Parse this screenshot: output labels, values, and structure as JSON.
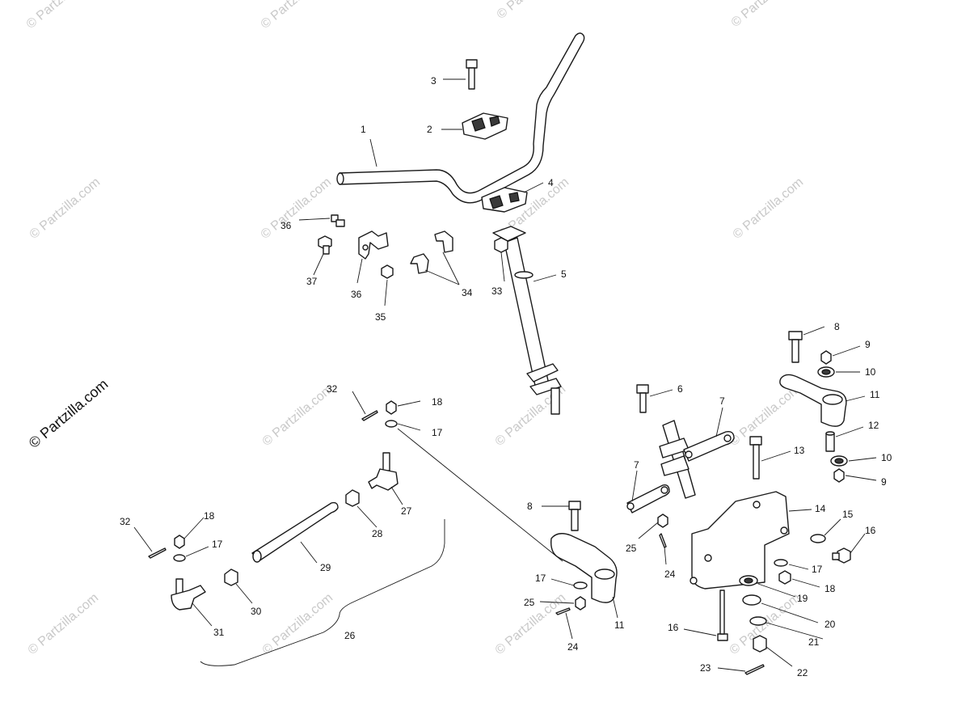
{
  "watermark": {
    "text": "© Partzilla.com"
  },
  "callouts": [
    {
      "id": "c1",
      "label": "1"
    },
    {
      "id": "c2",
      "label": "2"
    },
    {
      "id": "c3",
      "label": "3"
    },
    {
      "id": "c4",
      "label": "4"
    },
    {
      "id": "c5",
      "label": "5"
    },
    {
      "id": "c6",
      "label": "6"
    },
    {
      "id": "c7a",
      "label": "7"
    },
    {
      "id": "c7b",
      "label": "7"
    },
    {
      "id": "c8a",
      "label": "8"
    },
    {
      "id": "c8b",
      "label": "8"
    },
    {
      "id": "c9a",
      "label": "9"
    },
    {
      "id": "c9b",
      "label": "9"
    },
    {
      "id": "c10a",
      "label": "10"
    },
    {
      "id": "c10b",
      "label": "10"
    },
    {
      "id": "c11a",
      "label": "11"
    },
    {
      "id": "c11b",
      "label": "11"
    },
    {
      "id": "c12",
      "label": "12"
    },
    {
      "id": "c13",
      "label": "13"
    },
    {
      "id": "c14",
      "label": "14"
    },
    {
      "id": "c15",
      "label": "15"
    },
    {
      "id": "c16a",
      "label": "16"
    },
    {
      "id": "c16b",
      "label": "16"
    },
    {
      "id": "c17a",
      "label": "17"
    },
    {
      "id": "c17b",
      "label": "17"
    },
    {
      "id": "c17c",
      "label": "17"
    },
    {
      "id": "c17d",
      "label": "17"
    },
    {
      "id": "c18a",
      "label": "18"
    },
    {
      "id": "c18b",
      "label": "18"
    },
    {
      "id": "c18c",
      "label": "18"
    },
    {
      "id": "c19",
      "label": "19"
    },
    {
      "id": "c20",
      "label": "20"
    },
    {
      "id": "c21",
      "label": "21"
    },
    {
      "id": "c22",
      "label": "22"
    },
    {
      "id": "c23",
      "label": "23"
    },
    {
      "id": "c24a",
      "label": "24"
    },
    {
      "id": "c24b",
      "label": "24"
    },
    {
      "id": "c25a",
      "label": "25"
    },
    {
      "id": "c25b",
      "label": "25"
    },
    {
      "id": "c26",
      "label": "26"
    },
    {
      "id": "c27",
      "label": "27"
    },
    {
      "id": "c28",
      "label": "28"
    },
    {
      "id": "c29",
      "label": "29"
    },
    {
      "id": "c30",
      "label": "30"
    },
    {
      "id": "c31",
      "label": "31"
    },
    {
      "id": "c32a",
      "label": "32"
    },
    {
      "id": "c32b",
      "label": "32"
    },
    {
      "id": "c33",
      "label": "33"
    },
    {
      "id": "c34",
      "label": "34"
    },
    {
      "id": "c35",
      "label": "35"
    },
    {
      "id": "c36a",
      "label": "36"
    },
    {
      "id": "c36b",
      "label": "36"
    },
    {
      "id": "c37",
      "label": "37"
    }
  ]
}
